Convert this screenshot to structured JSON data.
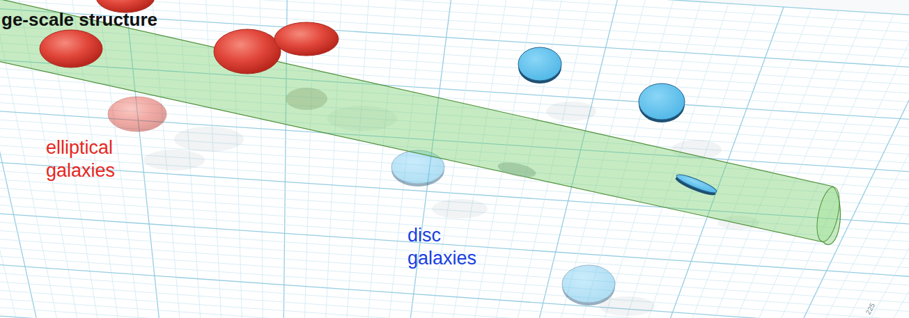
{
  "diagram": {
    "title": "ge-scale structure",
    "labels": [
      "elliptical galaxies",
      "disc galaxies",
      "225"
    ]
  }
}
